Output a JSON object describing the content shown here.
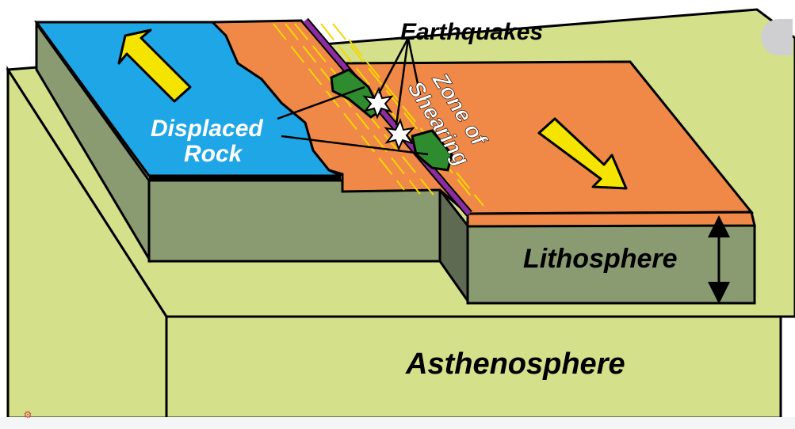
{
  "diagram": {
    "labels": {
      "earthquakes": "Earthquakes",
      "zone_line1": "Zone of",
      "zone_line2": "Shearing",
      "displaced_line1": "Displaced",
      "displaced_line2": "Rock",
      "lithosphere": "Lithosphere",
      "asthenosphere": "Asthenosphere"
    },
    "colors": {
      "asthenosphere": "#d4e08a",
      "lithosphere_side": "#8a9b72",
      "lithosphere_shade": "#5f6a52",
      "left_plate": "#1ea6e6",
      "right_plate": "#f08848",
      "displaced_rock": "#2e8b2e",
      "fault": "#8a2da0",
      "arrow": "#f5e400",
      "shear_lines": "#f5d800"
    },
    "icons": [
      "up-left-arrow-icon",
      "down-right-arrow-icon",
      "double-headed-arrow-icon",
      "earthquake-star-icon",
      "info-icon"
    ]
  }
}
